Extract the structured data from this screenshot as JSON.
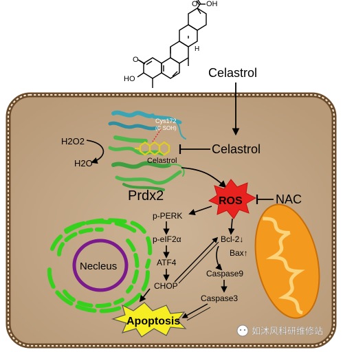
{
  "structure": {
    "carbonyl_o": "O",
    "hydroxyl_o": "HO",
    "carboxyl_oh": "OH",
    "carboxyl_o": "O",
    "h_label": "H"
  },
  "labels": {
    "celastrol_top": "Celastrol",
    "celastrol_right": "Celastrol",
    "celastrol_bound": "Celastrol",
    "cys_line1": "Cys172",
    "cys_line2": "(C SOH)",
    "h2o2": "H2O2",
    "h2o": "H2O",
    "prdx2": "Prdx2",
    "ros": "ROS",
    "nac": "NAC",
    "pperk": "p-PERK",
    "peif2a": "p-eIF2α",
    "atf4": "ATF4",
    "chop": "CHOP",
    "nucleus": "Necleus",
    "bcl2": "Bcl-2↓",
    "bax": "Bax↑",
    "caspase9": "Caspase9",
    "caspase3": "Caspase3",
    "apoptosis": "Apoptosis"
  },
  "watermark": "如沐风科研维修站",
  "colors": {
    "cell_fill": "#c2a788",
    "cell_border": "#6b4a2a",
    "ros": "#e8231f",
    "apoptosis": "#f6ee22",
    "er_green": "#35d11d",
    "nucleus_purple": "#7a1a8c",
    "mito_orange": "#f39a1e",
    "protein_teal": "#3aa5b5",
    "protein_green": "#4cb84c"
  }
}
